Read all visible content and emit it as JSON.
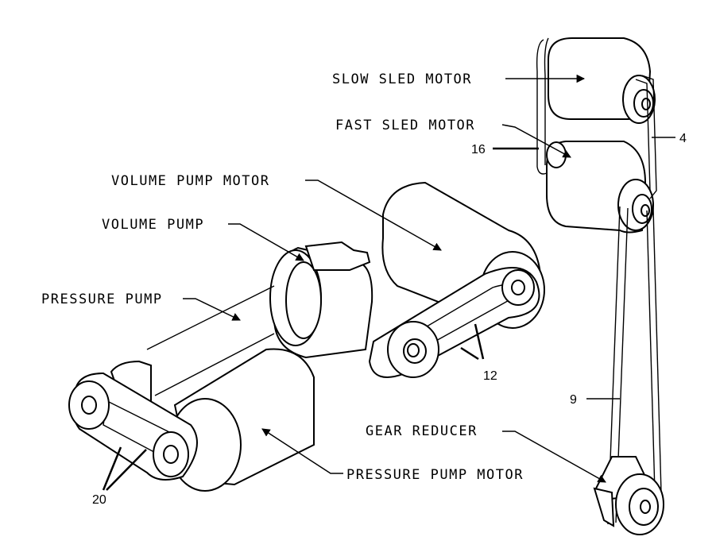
{
  "labels": {
    "slow_sled_motor": "SLOW SLED MOTOR",
    "fast_sled_motor": "FAST SLED MOTOR",
    "volume_pump_motor": "VOLUME PUMP MOTOR",
    "volume_pump": "VOLUME PUMP",
    "pressure_pump": "PRESSURE PUMP",
    "gear_reducer": "GEAR REDUCER",
    "pressure_pump_motor": "PRESSURE PUMP MOTOR"
  },
  "callouts": {
    "n4": "4",
    "n16": "16",
    "n12": "12",
    "n9": "9",
    "n20": "20"
  }
}
